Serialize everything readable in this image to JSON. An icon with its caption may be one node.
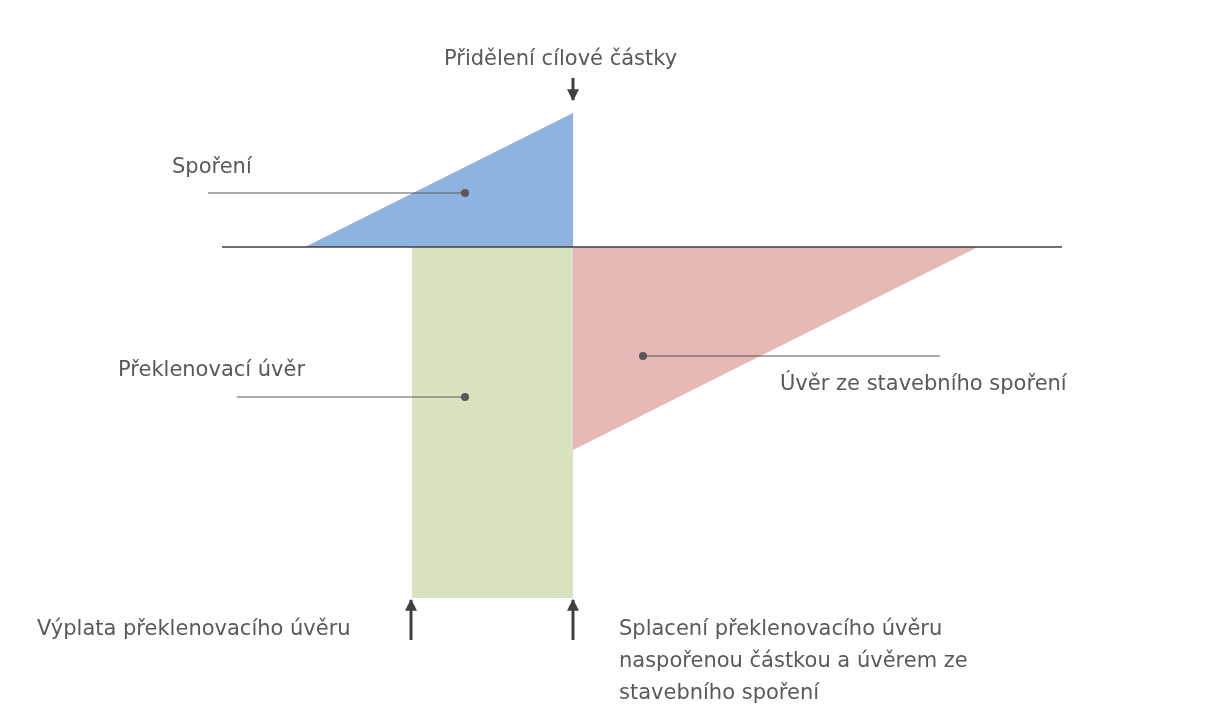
{
  "diagram": {
    "nodes": [
      {
        "text": [
          "Přidělení cílové částky"
        ]
      },
      {
        "text": [
          "Spoření"
        ]
      },
      {
        "text": [],
        "shape": "triangle"
      },
      {
        "text": [
          "Překlenovací úvěr"
        ]
      },
      {
        "text": [],
        "shape": "box"
      },
      {
        "text": [],
        "shape": "triangle"
      },
      {
        "text": [
          "Úvěr ze stavebního spoření"
        ]
      },
      {
        "text": [
          "Výplata překlenovacího úvěru"
        ]
      },
      {
        "text": [
          "Splacení překlenovacího úvěru naspořenou částkou a úvěrem ze stavebního spoření"
        ]
      }
    ],
    "edges": [
      {
        "from": 0,
        "to": 2,
        "arrow": "to"
      },
      {
        "from": 1,
        "to": 2,
        "arrow": "other"
      },
      {
        "from": 3,
        "to": 4,
        "arrow": "other"
      },
      {
        "from": 6,
        "to": 5,
        "arrow": "other"
      },
      {
        "from": null,
        "to": 4,
        "arrow": "to"
      },
      {
        "from": null,
        "to": 4,
        "arrow": "to"
      }
    ]
  }
}
